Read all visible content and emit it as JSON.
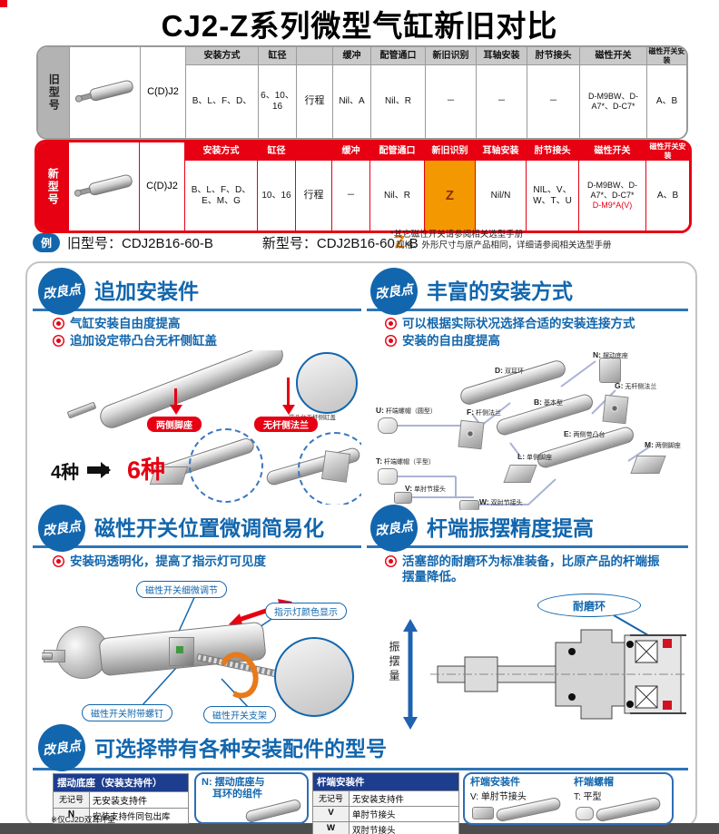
{
  "page": {
    "title": "CJ2-Z系列微型气缸新旧对比"
  },
  "colors": {
    "accent_red": "#e60012",
    "brand_blue": "#1266ad",
    "z_orange": "#f39800",
    "navy_header": "#1d3d8f"
  },
  "comparison": {
    "headers": {
      "mount": "安装方式",
      "bore": "缸径",
      "stroke": "",
      "cushion": "缓冲",
      "port": "配管通口",
      "id": "新旧识别",
      "trunnion": "耳轴安装",
      "knuckle": "肘节接头",
      "switch": "磁性开关",
      "switch_mount": "磁性开关安装"
    },
    "old": {
      "label": "旧型号",
      "model": "C(D)J2",
      "mount": "B、L、F、D、",
      "bore": "6、10、16",
      "stroke": "行程",
      "cushion": "Nil、A",
      "port": "Nil、R",
      "id": "－",
      "trunnion": "－",
      "knuckle": "－",
      "switch": "D-M9BW、D-A7*、D-C7*",
      "switch_mount": "A、B"
    },
    "new": {
      "label": "新型号",
      "model": "C(D)J2",
      "mount": "B、L、F、D、E、M、G",
      "bore": "10、16",
      "stroke": "行程",
      "cushion": "－",
      "port": "Nil、R",
      "id": "Z",
      "trunnion": "Nil/N",
      "knuckle": "NIL、V、W、T、U",
      "switch": "D-M9BW、D-A7*、D-C7*",
      "switch_extra": "D-M9*A(V)",
      "switch_mount": "A、B"
    }
  },
  "example": {
    "badge": "例",
    "old_label": "旧型号：",
    "old_value": "CDJ2B16-60-B",
    "new_label": "新型号：",
    "new_prefix": "CDJ2B16-60",
    "new_z": "Z",
    "new_suffix": "-B",
    "note1": "*其它磁性开关请参阅相关选型手册",
    "note2": "规格、外形尺寸与原产品相同，详细请参阅相关选型手册"
  },
  "sections": {
    "badge": "改良点",
    "s1": {
      "title": "追加安装件",
      "bullets": [
        "气缸安装自由度提高",
        "追加设定带凸台无杆侧缸盖"
      ],
      "pill_left": "两侧脚座",
      "pill_right": "无杆侧法兰",
      "circle_label": "带凸台无杆侧缸盖",
      "count_from": "4种",
      "count_to": "6种"
    },
    "s2": {
      "title": "丰富的安装方式",
      "bullets": [
        "可以根据实际状况选择合适的安装连接方式",
        "安装的自由度提高"
      ],
      "items": [
        {
          "k": "N:",
          "t": "摆动底座"
        },
        {
          "k": "D:",
          "t": "双耳环"
        },
        {
          "k": "B:",
          "t": "基本型"
        },
        {
          "k": "G:",
          "t": "无杆侧法兰"
        },
        {
          "k": "U:",
          "t": "杆端螺帽（圆型）"
        },
        {
          "k": "F:",
          "t": "杆侧法兰"
        },
        {
          "k": "E:",
          "t": "两侧带凸台"
        },
        {
          "k": "M:",
          "t": "两侧脚座"
        },
        {
          "k": "T:",
          "t": "杆端螺帽（平型）"
        },
        {
          "k": "L:",
          "t": "单侧脚座"
        },
        {
          "k": "V:",
          "t": "单肘节接头"
        },
        {
          "k": "W:",
          "t": "双肘节接头"
        }
      ]
    },
    "s3": {
      "title": "磁性开关位置微调简易化",
      "bullets": [
        "安装码透明化，提高了指示灯可见度"
      ],
      "callouts": [
        "磁性开关细微调节",
        "指示灯颜色显示",
        "磁性开关附带螺钉",
        "磁性开关支架"
      ]
    },
    "s4": {
      "title": "杆端振摆精度提高",
      "bullets": [
        "活塞部的耐磨环为标准装备，比原产品的杆端振摆量降低。"
      ],
      "ring_label": "耐磨环",
      "axis_label": "振摆量"
    },
    "s5": {
      "title": "可选择带有各种安装配件的型号",
      "tableA": {
        "header": "摆动底座（安装支持件）",
        "rows": [
          [
            "无记号",
            "无安装支持件"
          ],
          [
            "N",
            "安装支持件同包出库"
          ]
        ],
        "note": "※仅CJ2D双耳环型"
      },
      "boxN": {
        "line1": "N: 摆动底座与",
        "line2": "耳环的组件"
      },
      "tableB": {
        "header": "杆端安装件",
        "rows": [
          [
            "无记号",
            "无安装支持件"
          ],
          [
            "V",
            "单肘节接头"
          ],
          [
            "W",
            "双肘节接头"
          ]
        ]
      },
      "boxV": {
        "h1": "杆端安装件",
        "t1": "V: 单肘节接头",
        "h2": "杆端螺帽",
        "t2": "T: 平型"
      }
    }
  }
}
